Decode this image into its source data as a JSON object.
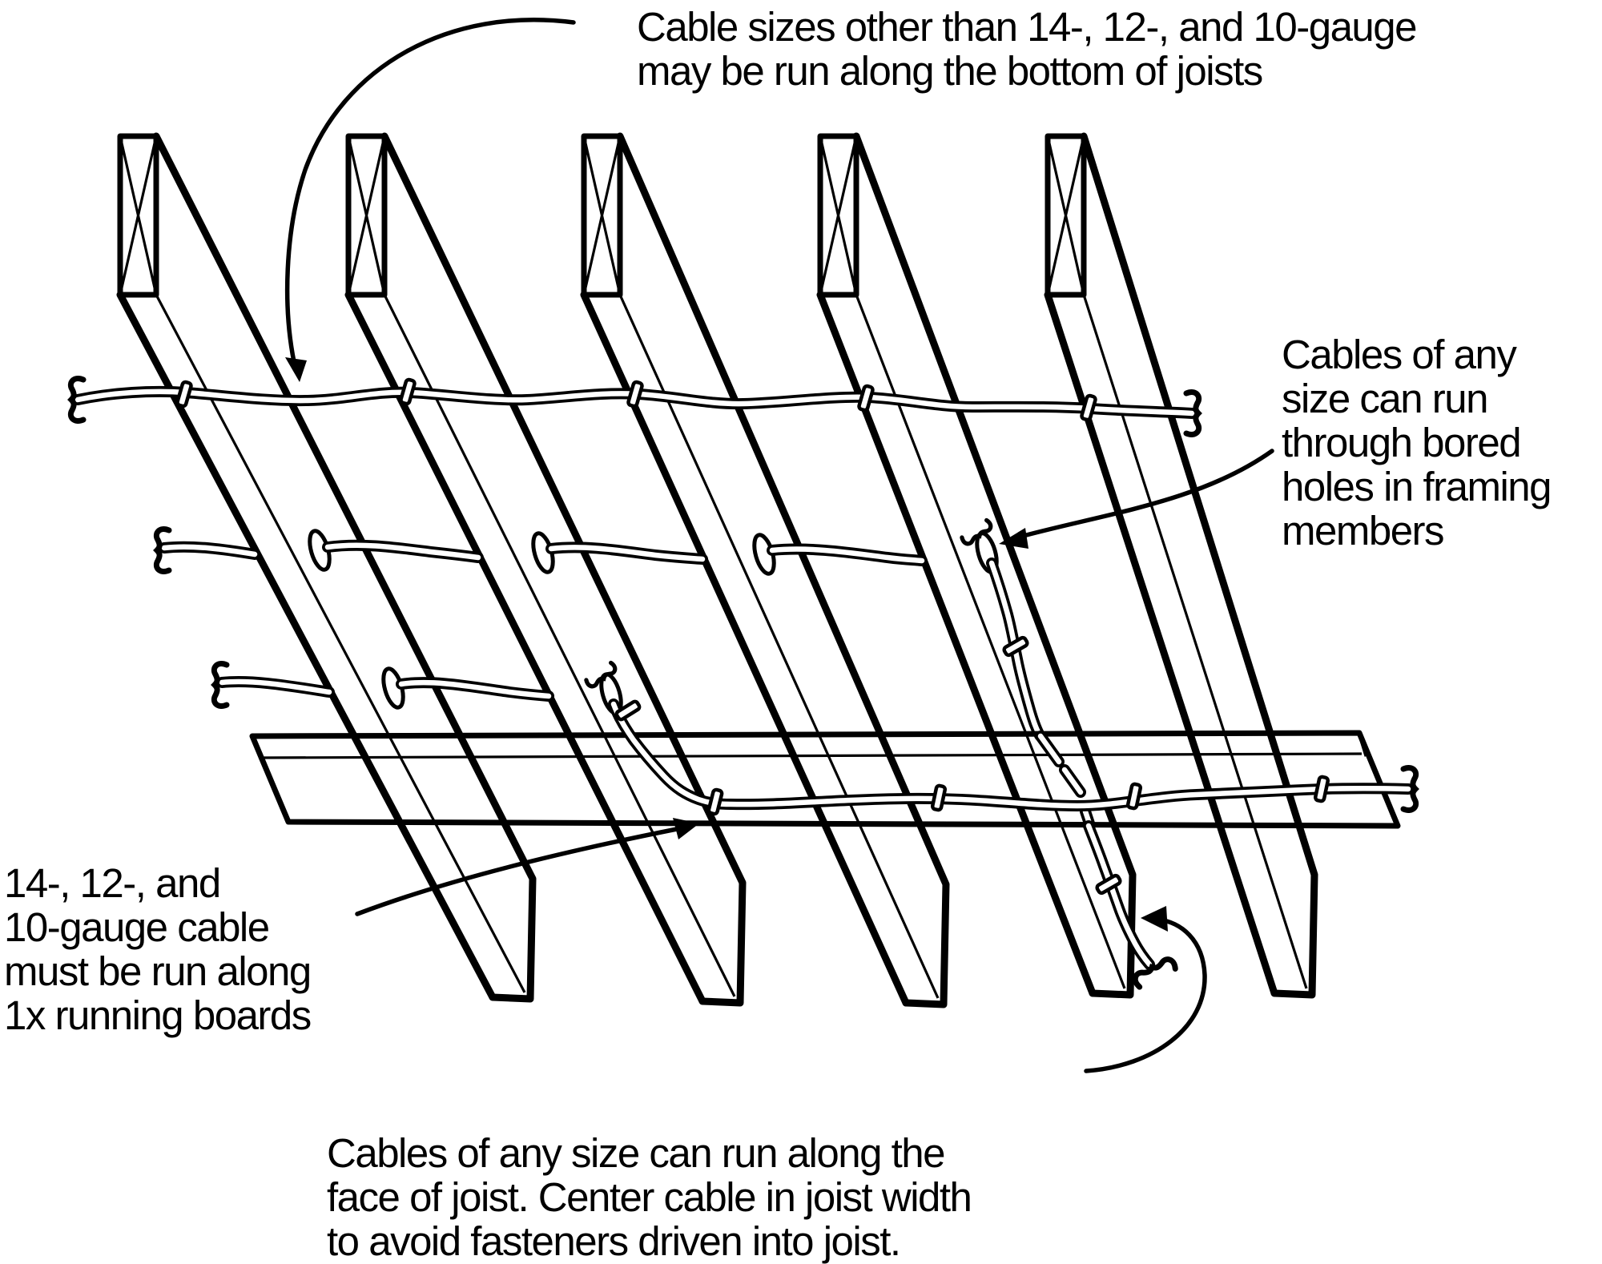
{
  "annotations": {
    "bottom_of_joists": "Cable sizes other than 14-, 12-, and 10-gauge\nmay be run along the bottom of joists",
    "bored_holes": "Cables of any\nsize can run\nthrough bored\nholes in framing\nmembers",
    "running_boards": "14-, 12-, and\n10-gauge cable\nmust be run along\n1x running boards",
    "face_of_joist": "Cables of any size can run along the\nface of joist. Center cable in joist width\nto avoid fasteners driven into joist."
  },
  "colors": {
    "line": "#000000",
    "background": "#ffffff",
    "board_fill": "#c6e5f6",
    "cable_core": "#ffffff"
  },
  "diagram": {
    "joist_count": 5,
    "bored_hole_count": 6,
    "style": "isometric black-line construction illustration"
  }
}
